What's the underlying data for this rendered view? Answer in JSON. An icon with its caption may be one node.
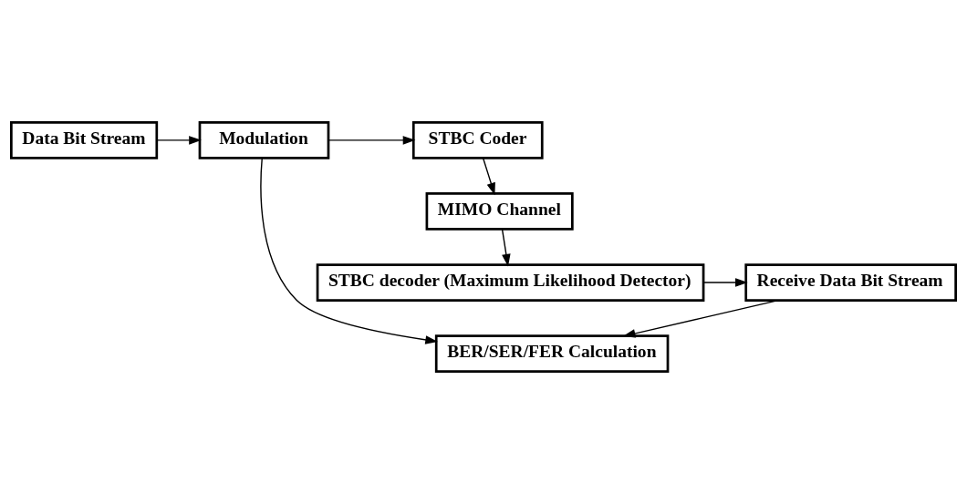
{
  "diagram": {
    "nodes": [
      {
        "text": [
          "Data Bit Stream"
        ]
      },
      {
        "text": [
          "Modulation"
        ]
      },
      {
        "text": [
          "STBC Coder"
        ]
      },
      {
        "text": [
          "MIMO Channel"
        ]
      },
      {
        "text": [
          "BER/SER/FER Calculation"
        ]
      },
      {
        "text": [
          "Receive Data Bit Stream"
        ]
      },
      {
        "text": [
          "STBC decoder (Maximum Likelihood Detector)"
        ]
      }
    ],
    "edges": [
      {
        "from": 0,
        "to": 1,
        "arrow": "to"
      },
      {
        "from": 1,
        "to": 2,
        "arrow": "to"
      },
      {
        "from": 2,
        "to": 3,
        "arrow": "to"
      },
      {
        "from": 1,
        "to": 4,
        "arrow": "to"
      },
      {
        "from": 3,
        "to": 6,
        "arrow": "to"
      },
      {
        "from": 6,
        "to": 5,
        "arrow": "to"
      },
      {
        "from": 5,
        "to": 4,
        "arrow": "to"
      }
    ]
  }
}
